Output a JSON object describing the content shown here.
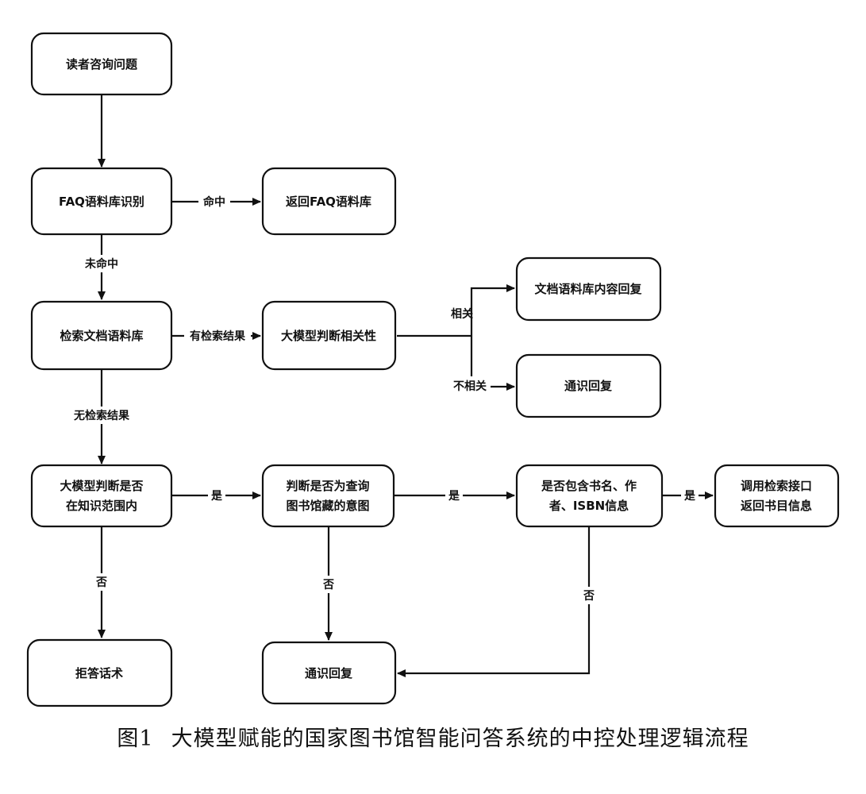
{
  "nodes": {
    "reader_question": "读者咨询问题",
    "faq_identify": "FAQ语料库识别",
    "return_faq": "返回FAQ语料库",
    "search_docs": "检索文档语料库",
    "llm_relevance": "大模型判断相关性",
    "doc_reply": "文档语料库内容回复",
    "general_reply_1": "通识回复",
    "llm_scope": [
      "大模型判断是否",
      "在知识范围内"
    ],
    "intent_check": [
      "判断是否为查询",
      "图书馆藏的意图"
    ],
    "contains_info": [
      "是否包含书名、作",
      "者、ISBN信息"
    ],
    "call_api": [
      "调用检索接口",
      "返回书目信息"
    ],
    "refuse": "拒答话术",
    "general_reply_2": "通识回复"
  },
  "edges": {
    "hit": "命中",
    "miss": "未命中",
    "has_results": "有检索结果",
    "no_results": "无检索结果",
    "relevant": "相关",
    "irrelevant": "不相关",
    "yes_1": "是",
    "yes_2": "是",
    "yes_3": "是",
    "no_1": "否",
    "no_2": "否",
    "no_3": "否"
  },
  "caption": {
    "number": "图1",
    "title": "大模型赋能的国家图书馆智能问答系统的中控处理逻辑流程"
  }
}
